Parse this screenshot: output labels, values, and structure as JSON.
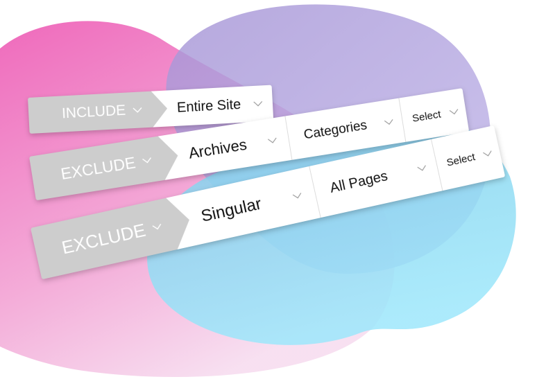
{
  "colors": {
    "pink": "#f06bbb",
    "purple": "#a89ad8",
    "cyan": "#86daf2",
    "mode_tab": "#cdcdcd",
    "chevron": "#9a9a9a"
  },
  "rules": [
    {
      "mode": "INCLUDE",
      "selects": [
        {
          "value": "Entire Site"
        }
      ]
    },
    {
      "mode": "EXCLUDE",
      "selects": [
        {
          "value": "Archives"
        },
        {
          "value": "Categories"
        },
        {
          "value": "Select"
        }
      ]
    },
    {
      "mode": "EXCLUDE",
      "selects": [
        {
          "value": "Singular"
        },
        {
          "value": "All Pages"
        },
        {
          "value": "Select"
        }
      ]
    }
  ],
  "icons": {
    "dropdown": "chevron-down-icon"
  }
}
